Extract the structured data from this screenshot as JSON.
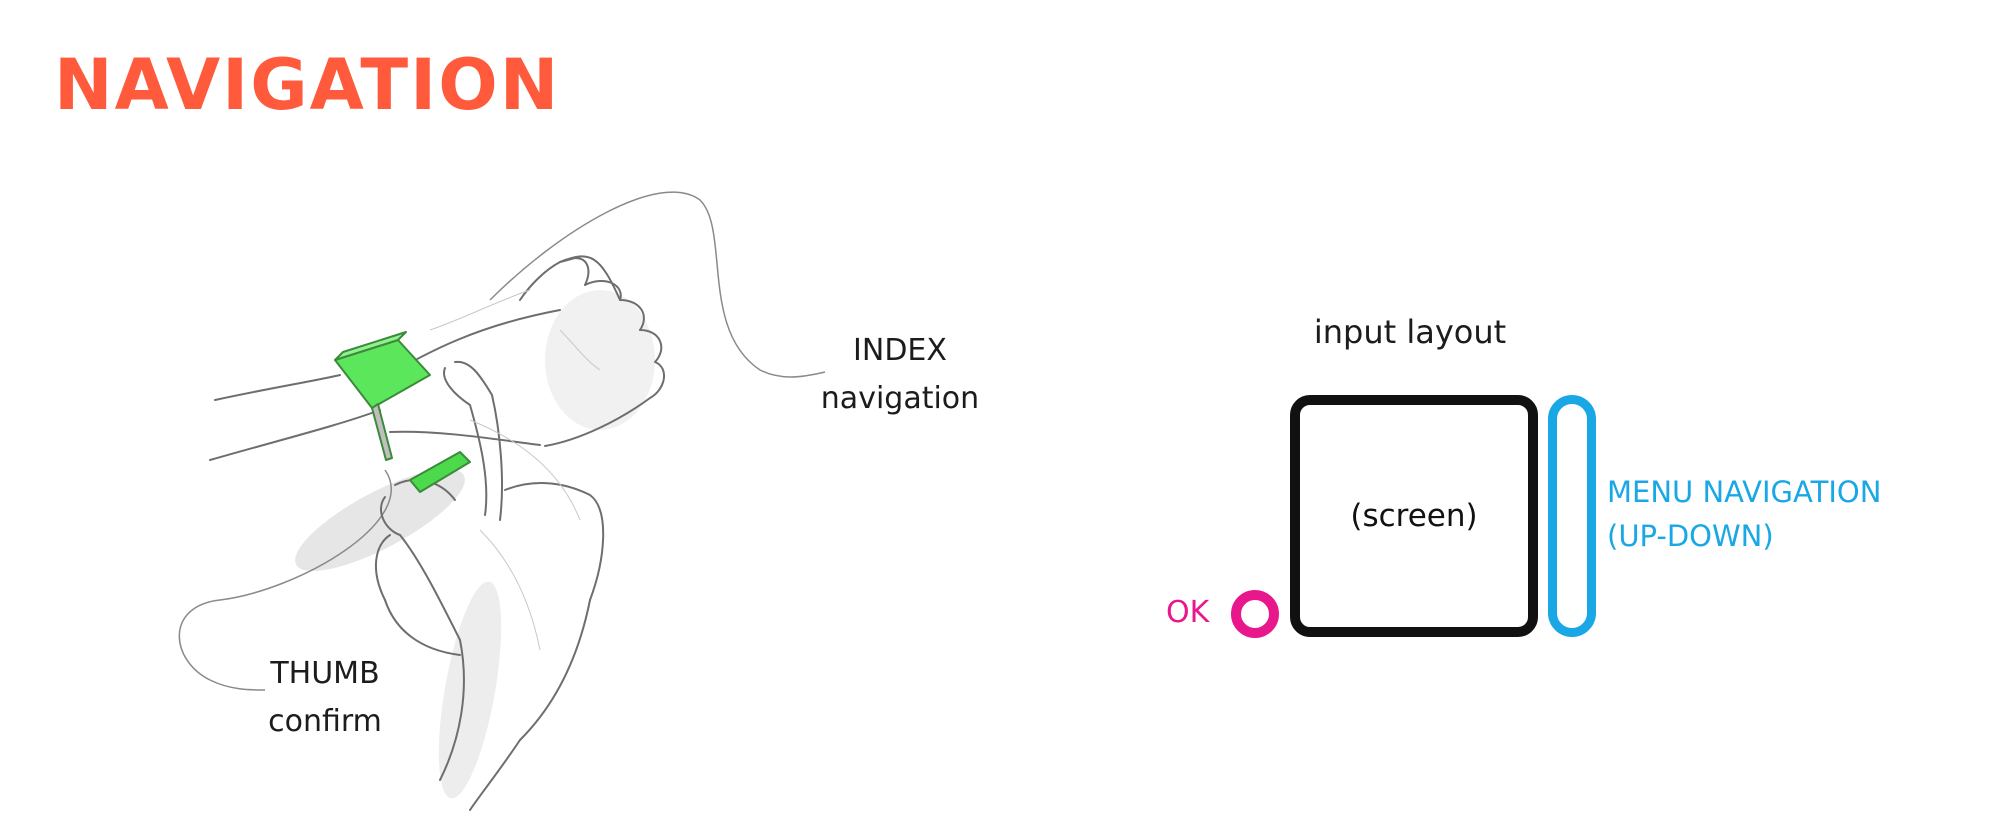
{
  "title": "NAVIGATION",
  "illustration": {
    "icon": "hand-wristband-sketch",
    "band_color": "#33dd33",
    "index_label": {
      "line1": "INDEX",
      "line2": "navigation"
    },
    "thumb_label": {
      "line1": "THUMB",
      "line2": "confirm"
    }
  },
  "input_layout": {
    "title": "input layout",
    "screen_label": "(screen)",
    "ok_label": "OK",
    "menu_label": {
      "line1": "MENU NAVIGATION",
      "line2": "(UP-DOWN)"
    },
    "colors": {
      "title": "#ff5a3c",
      "ok": "#e8178c",
      "menu": "#1aa7e6",
      "screen": "#111111"
    }
  }
}
